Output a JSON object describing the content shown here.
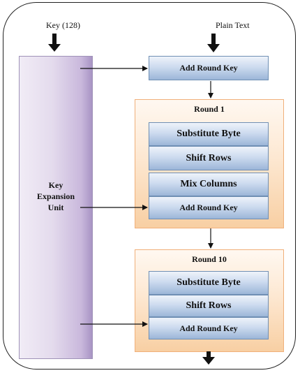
{
  "labels": {
    "key": "Key (128)",
    "plain_text": "Plain Text"
  },
  "key_expansion": {
    "line1": "Key",
    "line2": "Expansion",
    "line3": "Unit"
  },
  "initial_step": "Add Round Key",
  "round1": {
    "title": "Round 1",
    "steps": [
      "Substitute Byte",
      "Shift Rows",
      "Mix Columns",
      "Add Round Key"
    ]
  },
  "round10": {
    "title": "Round 10",
    "steps": [
      "Substitute Byte",
      "Shift Rows",
      "Add Round Key"
    ]
  }
}
